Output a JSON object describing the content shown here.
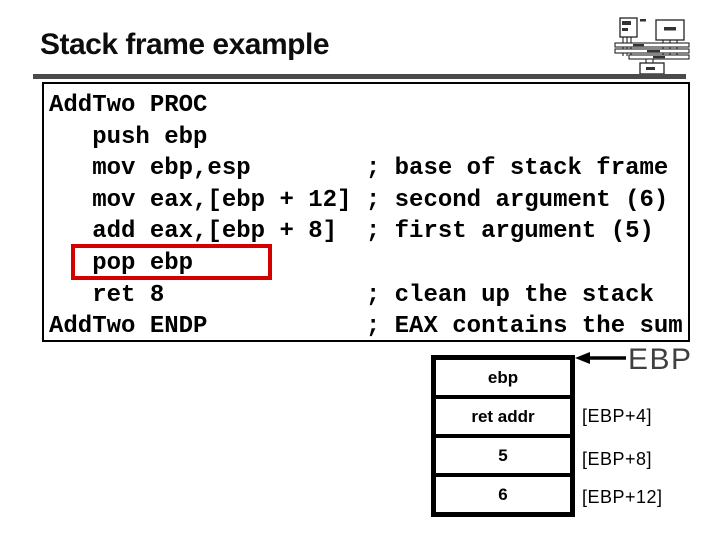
{
  "slide": {
    "title": "Stack frame example"
  },
  "code": {
    "lines": [
      "AddTwo PROC",
      "   push ebp",
      "   mov ebp,esp        ; base of stack frame",
      "   mov eax,[ebp + 12] ; second argument (6)",
      "   add eax,[ebp + 8]  ; first argument (5)",
      "   pop ebp",
      "   ret 8              ; clean up the stack",
      "AddTwo ENDP           ; EAX contains the sum"
    ]
  },
  "stack_diagram": {
    "pointer_label": "EBP",
    "rows": [
      {
        "value": "ebp",
        "offset": ""
      },
      {
        "value": "ret addr",
        "offset": "[EBP+4]"
      },
      {
        "value": "5",
        "offset": "[EBP+8]"
      },
      {
        "value": "6",
        "offset": "[EBP+12]"
      }
    ]
  },
  "icons": {
    "logo": "computer-bus-diagram"
  },
  "colors": {
    "highlight_red": "#d40000",
    "title_rule_gray": "#4a4a4a",
    "pointer_label_gray": "#3f3f3f",
    "text_black": "#000000"
  }
}
